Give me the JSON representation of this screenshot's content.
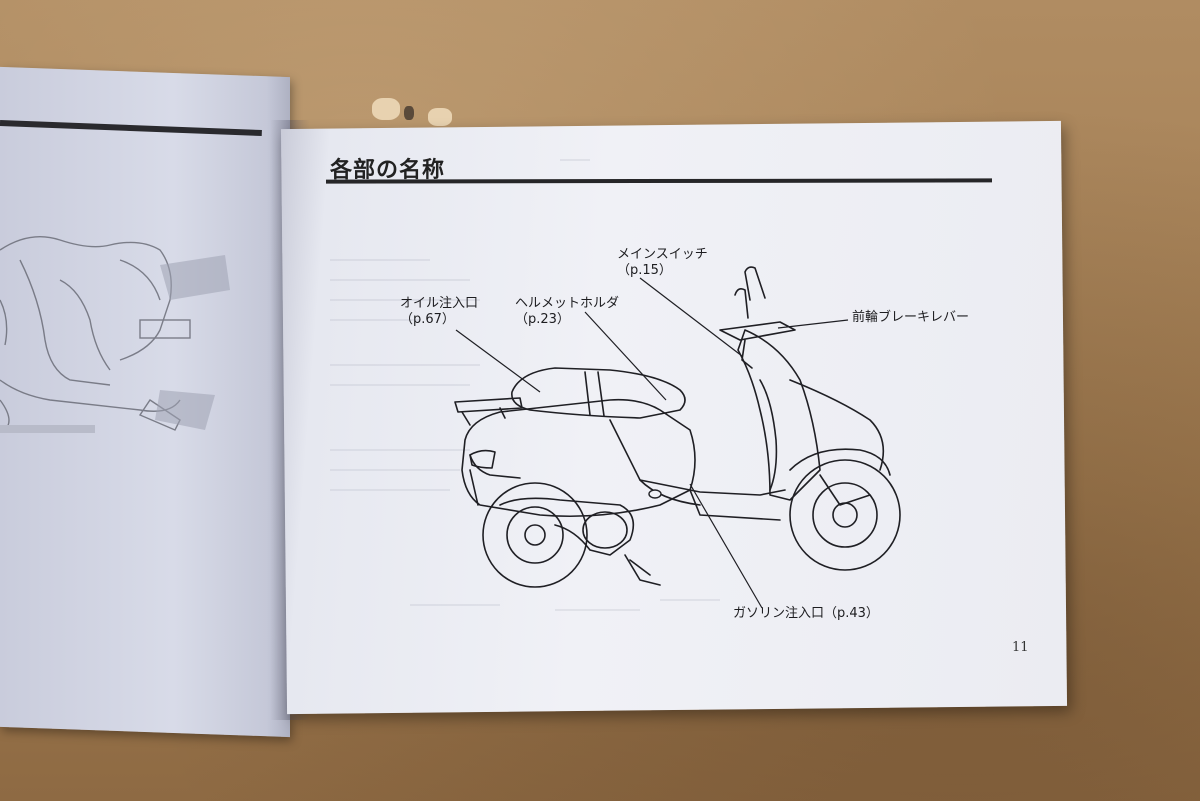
{
  "page": {
    "title": "各部の名称",
    "page_number": "11"
  },
  "labels": {
    "main_switch": {
      "name": "メインスイッチ",
      "ref": "（p.15）"
    },
    "oil_inlet": {
      "name": "オイル注入口",
      "ref": "（p.67）"
    },
    "helmet_holder": {
      "name": "ヘルメットホルダ",
      "ref": "（p.23）"
    },
    "front_brake": {
      "name": "前輪ブレーキレバー"
    },
    "fuel_inlet": {
      "name": "ガソリン注入口（p.43）"
    }
  },
  "colors": {
    "ink": "#1d1d20",
    "paper": "#f0f1f6",
    "cardboard": "#a8845a"
  }
}
